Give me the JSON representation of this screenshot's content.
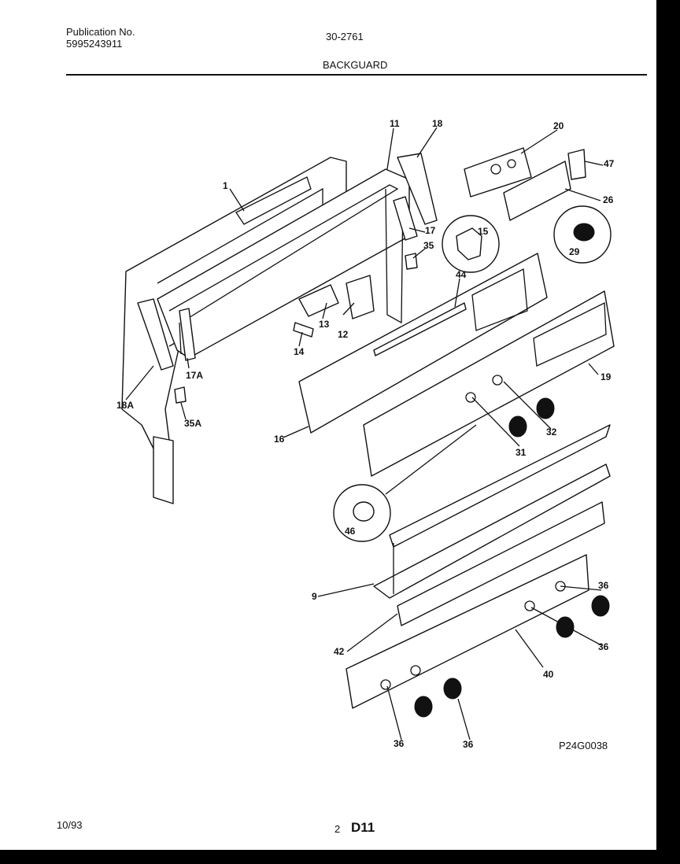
{
  "header": {
    "publication_label": "Publication No.",
    "publication_number": "5995243911",
    "model": "30-2761",
    "section_title": "BACKGUARD"
  },
  "callouts": [
    {
      "label": "1"
    },
    {
      "label": "11"
    },
    {
      "label": "18"
    },
    {
      "label": "20"
    },
    {
      "label": "47"
    },
    {
      "label": "26"
    },
    {
      "label": "15"
    },
    {
      "label": "17"
    },
    {
      "label": "35"
    },
    {
      "label": "29"
    },
    {
      "label": "44"
    },
    {
      "label": "13"
    },
    {
      "label": "12"
    },
    {
      "label": "14"
    },
    {
      "label": "18A"
    },
    {
      "label": "17A"
    },
    {
      "label": "35A"
    },
    {
      "label": "16"
    },
    {
      "label": "19"
    },
    {
      "label": "31"
    },
    {
      "label": "32"
    },
    {
      "label": "46"
    },
    {
      "label": "9"
    },
    {
      "label": "36"
    },
    {
      "label": "42"
    },
    {
      "label": "36"
    },
    {
      "label": "40"
    },
    {
      "label": "36"
    },
    {
      "label": "36"
    }
  ],
  "diagram_code": "P24G0038",
  "footer": {
    "date": "10/93",
    "page_number": "2",
    "code": "D11"
  }
}
